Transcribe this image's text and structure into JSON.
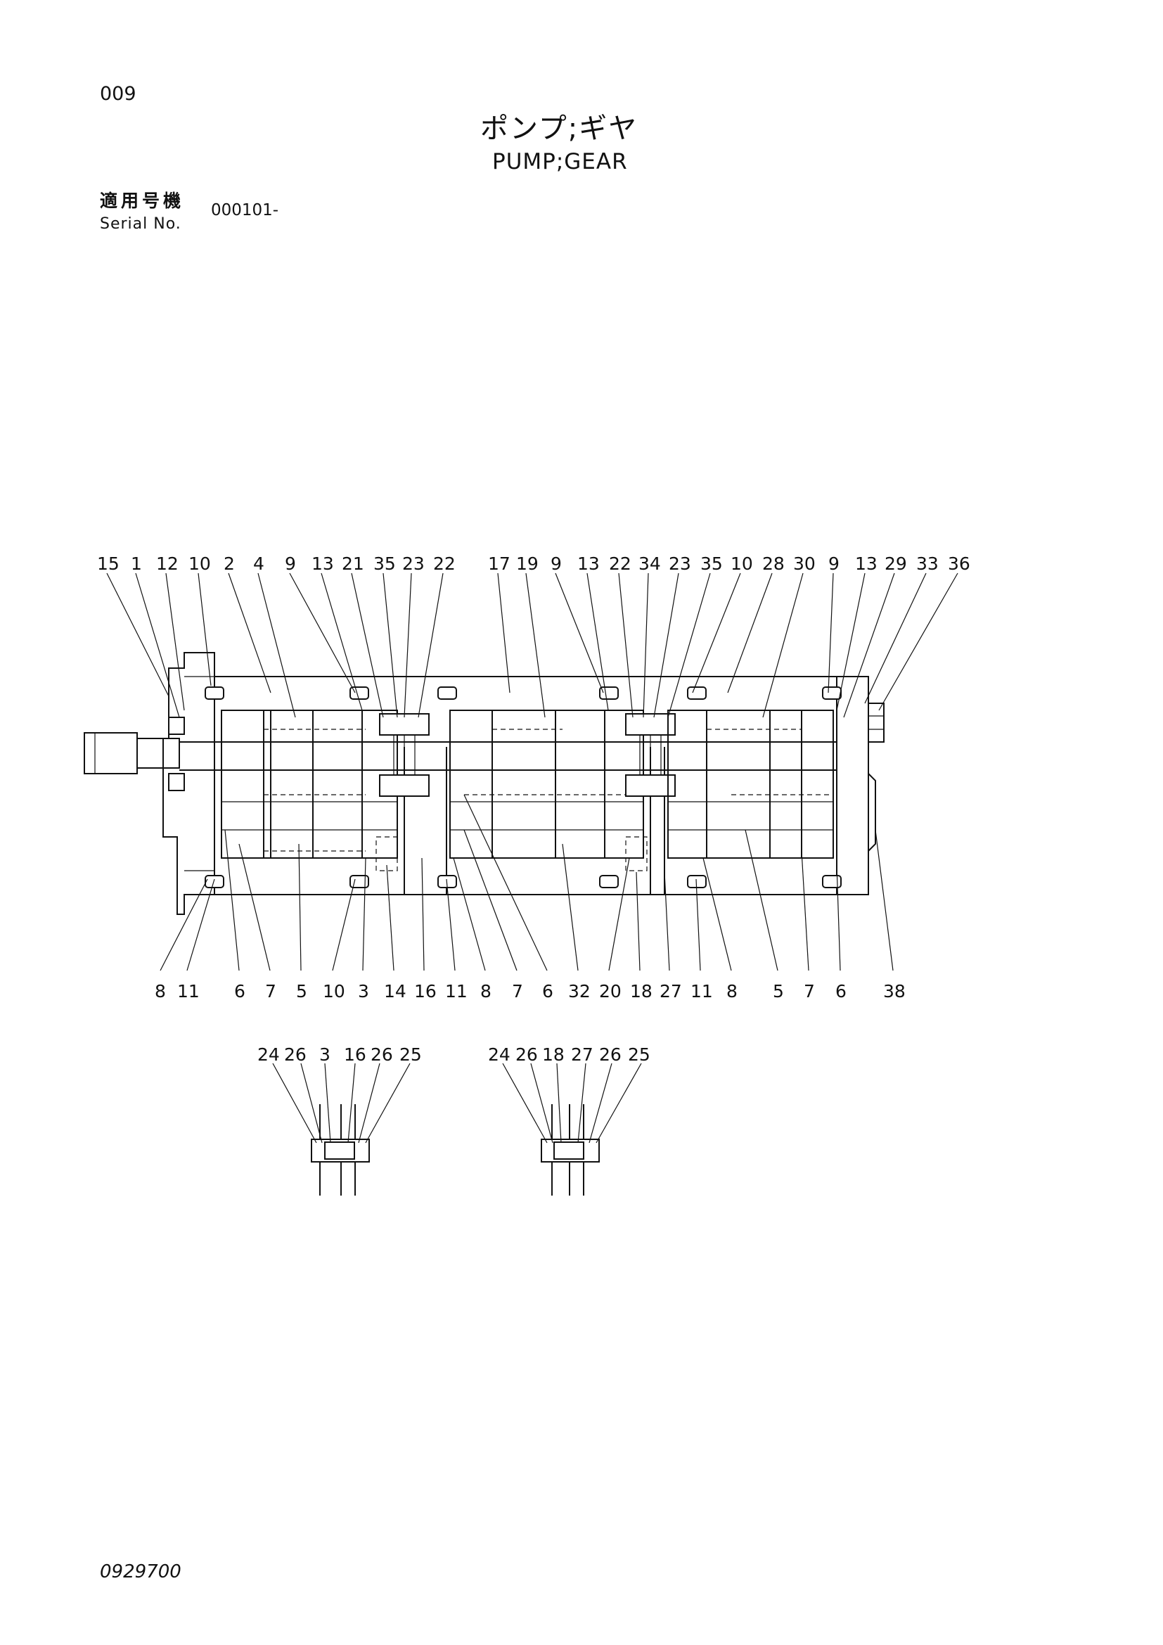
{
  "header": {
    "page_number": "009",
    "title_jp": "ポンプ;ギヤ",
    "title_en": "PUMP;GEAR",
    "serial_label_jp": "適用号機",
    "serial_label_en": "Serial No.",
    "serial_value": "000101-"
  },
  "footer": {
    "doc_number": "0929700"
  },
  "callouts": {
    "top": [
      "15",
      "1",
      "12",
      "10",
      "2",
      "4",
      "9",
      "13",
      "21",
      "35",
      "23",
      "22",
      "17",
      "19",
      "9",
      "13",
      "22",
      "34",
      "23",
      "35",
      "10",
      "28",
      "30",
      "9",
      "13",
      "29",
      "33",
      "36"
    ],
    "bottom": [
      "8",
      "11",
      "6",
      "7",
      "5",
      "10",
      "3",
      "14",
      "16",
      "11",
      "8",
      "7",
      "6",
      "32",
      "20",
      "18",
      "27",
      "11",
      "8",
      "5",
      "7",
      "6",
      "38"
    ],
    "detail_left": [
      "24",
      "26",
      "3",
      "16",
      "26",
      "25"
    ],
    "detail_right": [
      "24",
      "26",
      "18",
      "27",
      "26",
      "25"
    ]
  }
}
